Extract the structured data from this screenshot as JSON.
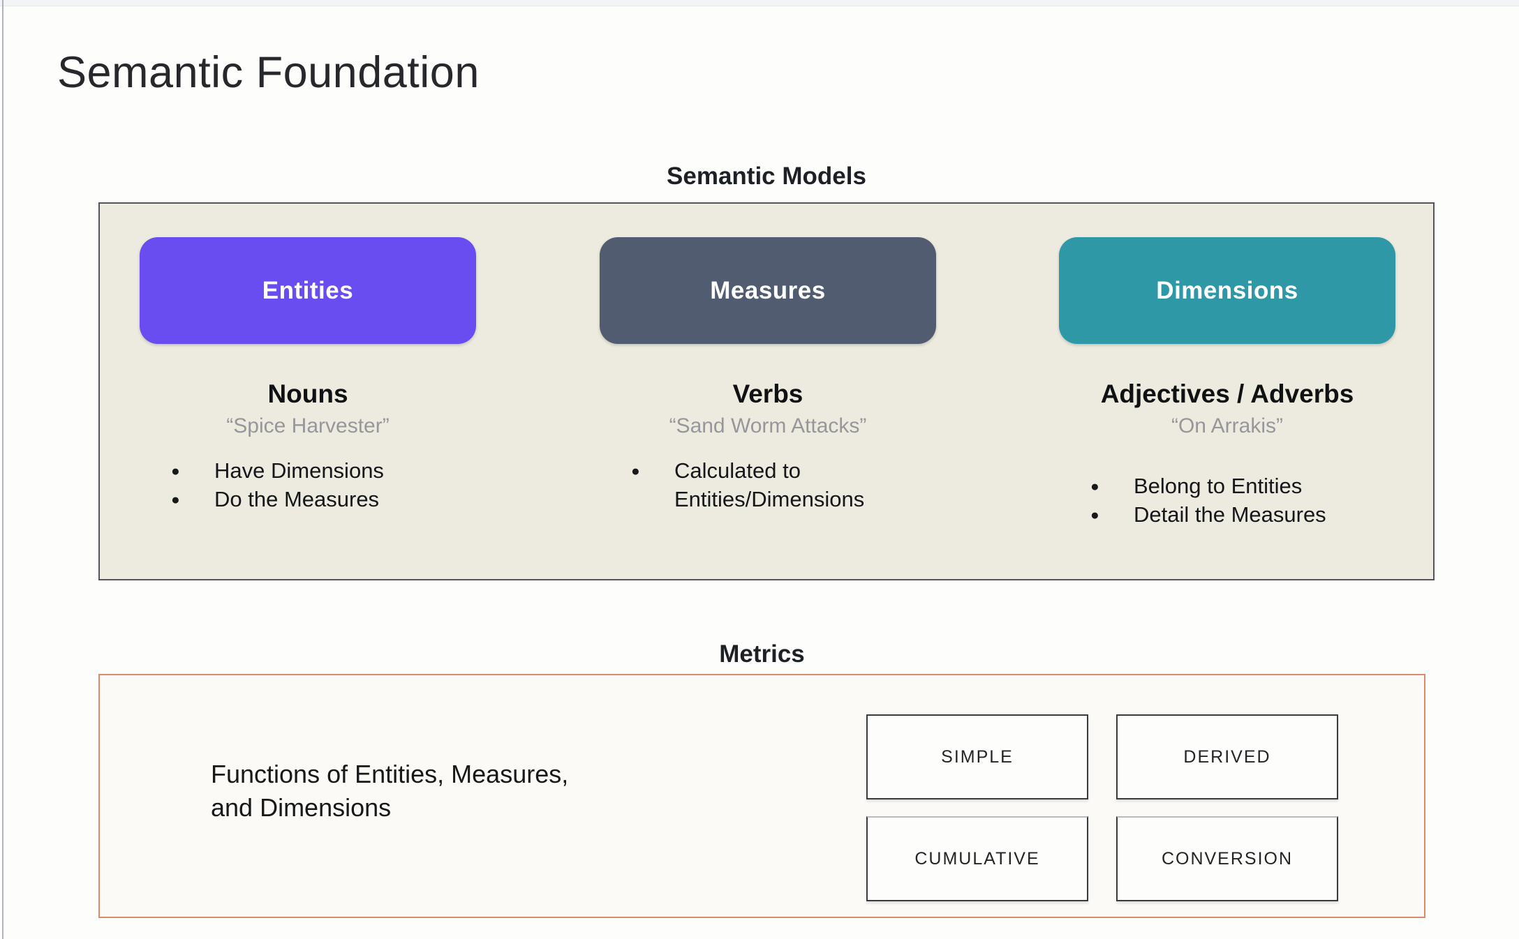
{
  "page": {
    "title": "Semantic Foundation"
  },
  "semantic_models": {
    "heading": "Semantic Models",
    "panel_background": "#EDEBDF",
    "panel_border": "#54555A",
    "columns": [
      {
        "button_label": "Entities",
        "button_color": "#6A4DF0",
        "role": "Nouns",
        "example": "“Spice Harvester”",
        "bullets": [
          "Have Dimensions",
          "Do the Measures"
        ]
      },
      {
        "button_label": "Measures",
        "button_color": "#515C70",
        "role": "Verbs",
        "example": "“Sand Worm Attacks”",
        "bullets": [
          "Calculated to Entities/Dimensions"
        ]
      },
      {
        "button_label": "Dimensions",
        "button_color": "#2E98A6",
        "role": "Adjectives / Adverbs",
        "example": "“On Arrakis”",
        "bullets": [
          "Belong to Entities",
          "Detail the Measures"
        ]
      }
    ]
  },
  "metrics": {
    "heading": "Metrics",
    "border_color": "#DC8A6A",
    "description_line1": "Functions of Entities, Measures,",
    "description_line2": "and Dimensions",
    "types": [
      "SIMPLE",
      "DERIVED",
      "CUMULATIVE",
      "CONVERSION"
    ]
  }
}
